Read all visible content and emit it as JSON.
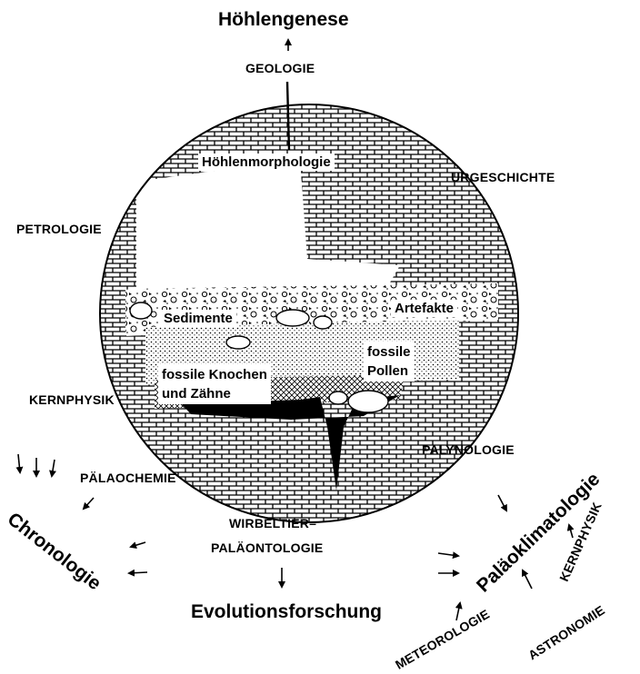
{
  "title_top": "Höhlengenese",
  "disciplines": {
    "geologie": "GEOLOGIE",
    "urgeschichte": "URGESCHICHTE",
    "petrologie": "PETROLOGIE",
    "kernphysik_left": "KERNPHYSIK",
    "palynologie": "PALYNOLOGIE",
    "palaeochemie": "PÄLAOCHEMIE",
    "wirbeltier_line1": "WIRBELTIER–",
    "wirbeltier_line2": "PALÄONTOLOGIE",
    "kernphysik_right": "KERNPHYSIK",
    "astronomie": "ASTRONOMIE",
    "meteorologie": "METEOROLOGIE"
  },
  "cave_labels": {
    "hoehlenmorphologie": "Höhlenmorphologie",
    "sedimente": "Sedimente",
    "artefakte": "Artefakte",
    "fossile_pollen_line1": "fossile",
    "fossile_pollen_line2": "Pollen",
    "knochen_line1": "fossile Knochen",
    "knochen_line2": "und Zähne"
  },
  "outcomes": {
    "chronologie": "Chronologie",
    "palaeoklimatologie": "Paläoklimatologie",
    "evolutionsforschung": "Evolutionsforschung"
  }
}
